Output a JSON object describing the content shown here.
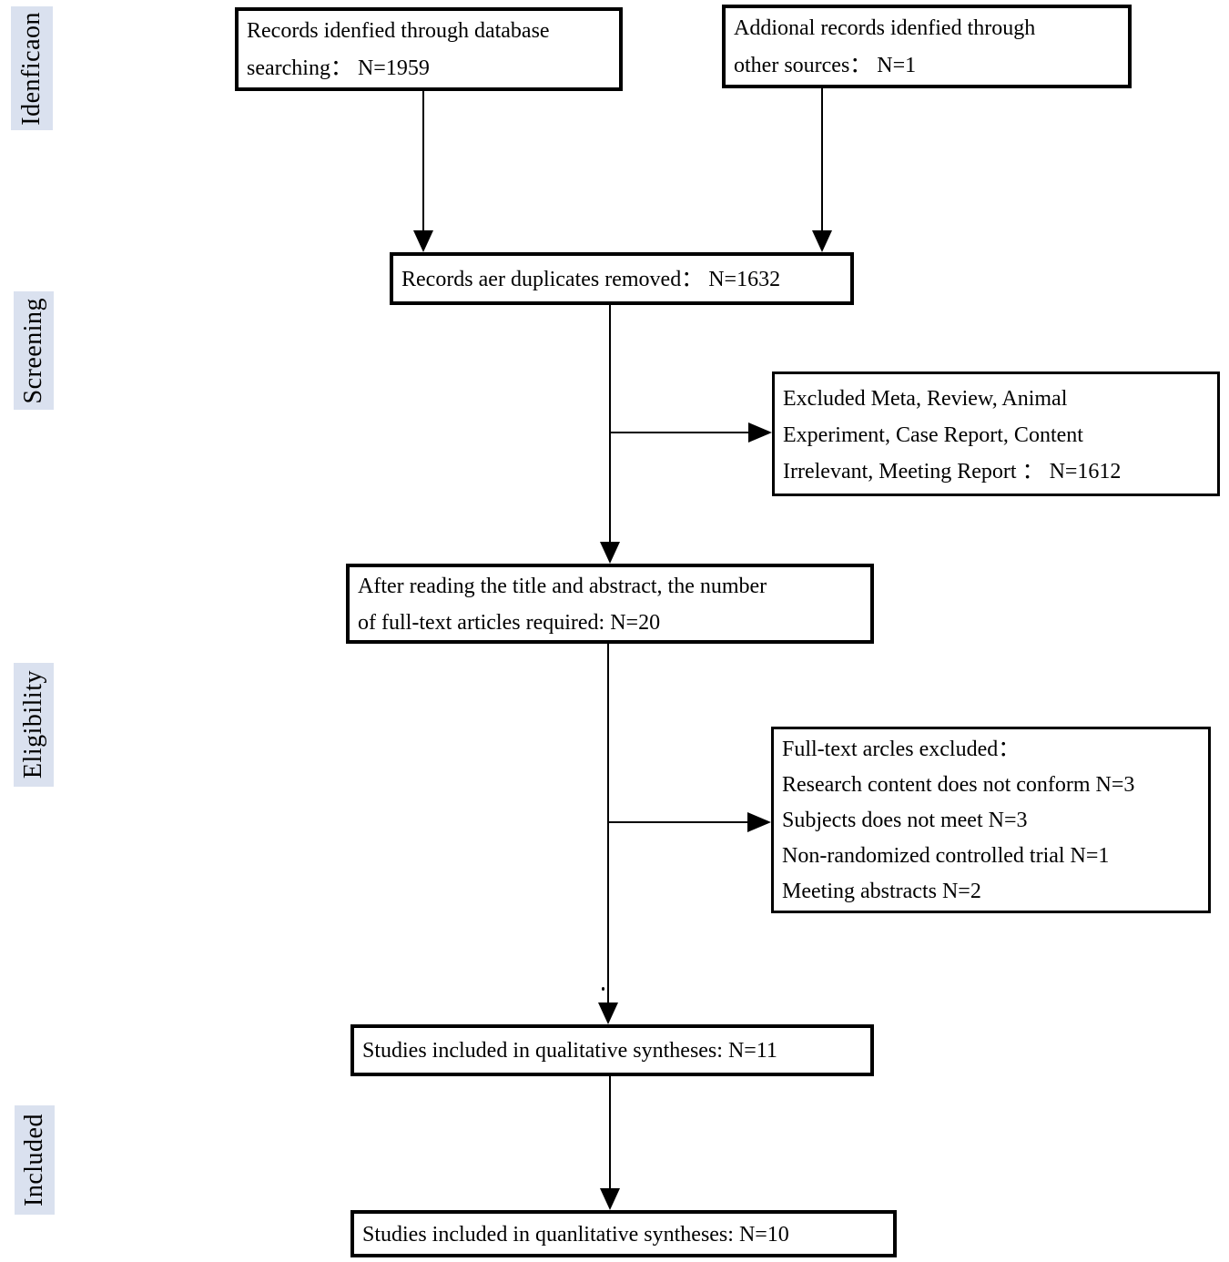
{
  "stage_labels": {
    "identification": "Idenficaon",
    "screening": "Screening",
    "eligibility": "Eligibility",
    "included": "Included"
  },
  "boxes": {
    "database": {
      "lines": [
        "Records idenfied through database",
        "searching： N=1959"
      ]
    },
    "other_sources": {
      "lines": [
        "Addional records idenfied through",
        "other sources： N=1"
      ]
    },
    "duplicates_removed": {
      "lines": [
        "Records aer duplicates removed： N=1632"
      ]
    },
    "screening_excluded": {
      "lines": [
        "Excluded Meta, Review, Animal",
        "Experiment, Case Report, Content",
        "Irrelevant, Meeting Report ： N=1612"
      ]
    },
    "full_text_required": {
      "lines": [
        "After reading the title and abstract, the number",
        "of full-text articles required: N=20"
      ]
    },
    "full_text_excluded": {
      "lines": [
        "Full-text arcles excluded：",
        "Research content does not conform N=3",
        "Subjects does not meet N=3",
        "Non-randomized controlled trial N=1",
        "Meeting abstracts N=2"
      ]
    },
    "qualitative": {
      "lines": [
        "Studies included in qualitative syntheses: N=11"
      ]
    },
    "quantitative": {
      "lines": [
        "Studies included in quanlitative syntheses: N=10"
      ]
    }
  },
  "colors": {
    "stage_label_bg": "#dae1ef",
    "line": "#000000",
    "box_border": "#000000",
    "text": "#000000"
  }
}
